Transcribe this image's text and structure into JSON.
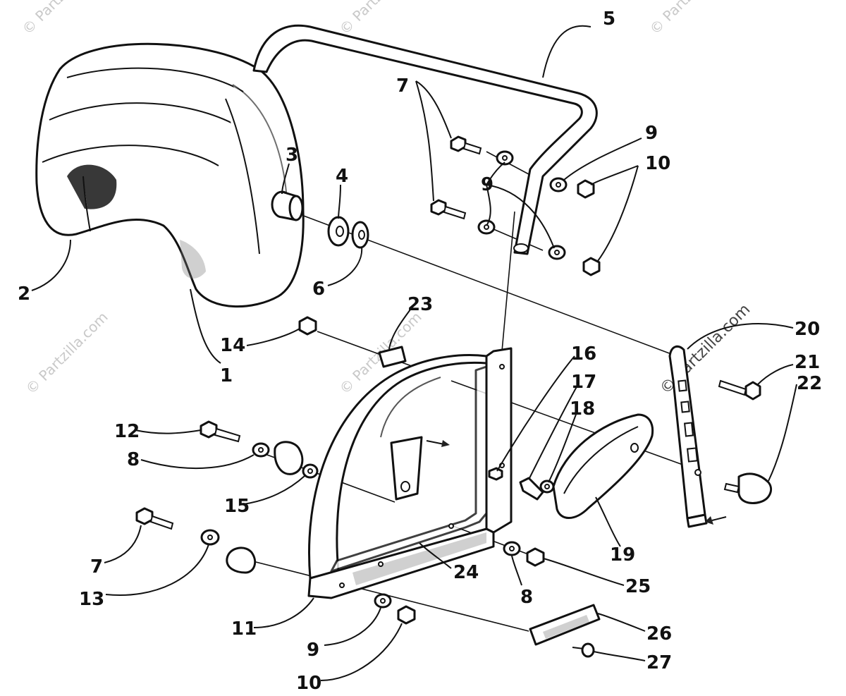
{
  "watermark": {
    "text": "© Partzilla.com",
    "brand": "Partzilla.com",
    "copyright_symbol": "©"
  },
  "callouts": [
    {
      "id": "c1",
      "label": "1"
    },
    {
      "id": "c2",
      "label": "2"
    },
    {
      "id": "c3",
      "label": "3"
    },
    {
      "id": "c4",
      "label": "4"
    },
    {
      "id": "c5",
      "label": "5"
    },
    {
      "id": "c6",
      "label": "6"
    },
    {
      "id": "c7a",
      "label": "7"
    },
    {
      "id": "c7b",
      "label": "7"
    },
    {
      "id": "c8a",
      "label": "8"
    },
    {
      "id": "c8b",
      "label": "8"
    },
    {
      "id": "c9a",
      "label": "9"
    },
    {
      "id": "c9b",
      "label": "9"
    },
    {
      "id": "c9c",
      "label": "9"
    },
    {
      "id": "c10a",
      "label": "10"
    },
    {
      "id": "c10b",
      "label": "10"
    },
    {
      "id": "c11",
      "label": "11"
    },
    {
      "id": "c12",
      "label": "12"
    },
    {
      "id": "c13",
      "label": "13"
    },
    {
      "id": "c14",
      "label": "14"
    },
    {
      "id": "c15",
      "label": "15"
    },
    {
      "id": "c16",
      "label": "16"
    },
    {
      "id": "c17",
      "label": "17"
    },
    {
      "id": "c18",
      "label": "18"
    },
    {
      "id": "c19",
      "label": "19"
    },
    {
      "id": "c20",
      "label": "20"
    },
    {
      "id": "c21",
      "label": "21"
    },
    {
      "id": "c22",
      "label": "22"
    },
    {
      "id": "c23",
      "label": "23"
    },
    {
      "id": "c24",
      "label": "24"
    },
    {
      "id": "c25",
      "label": "25"
    },
    {
      "id": "c26",
      "label": "26"
    },
    {
      "id": "c27",
      "label": "27"
    }
  ]
}
